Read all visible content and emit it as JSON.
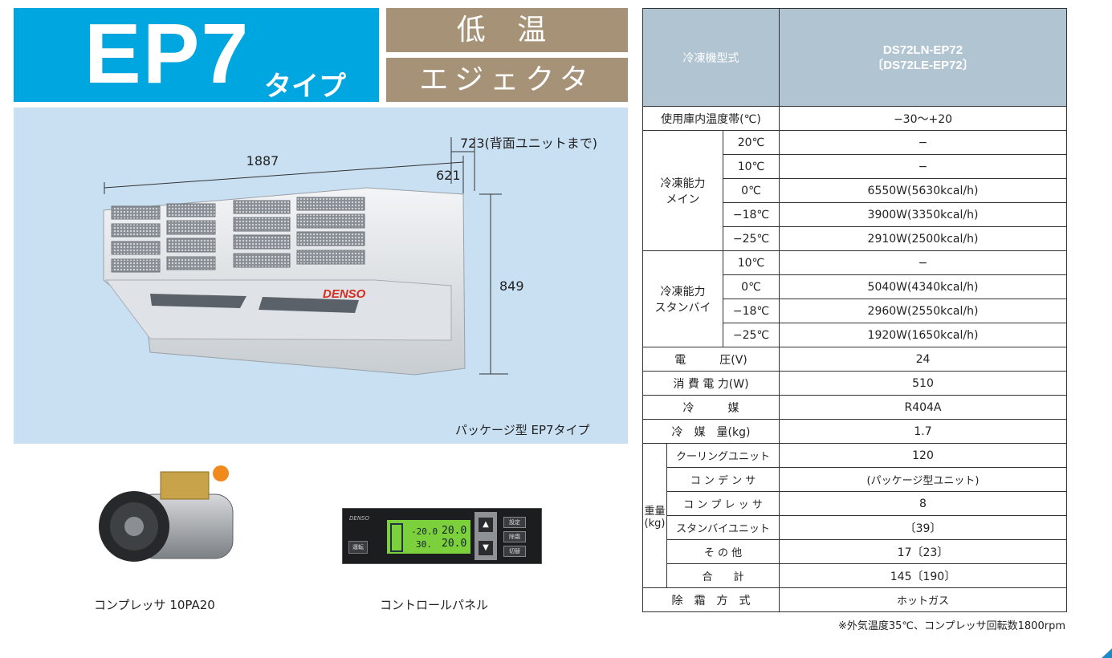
{
  "header": {
    "model": "EP7",
    "type_suffix": "タイプ",
    "tag1": "低 温",
    "tag2": "エジェクタ"
  },
  "product": {
    "dims": {
      "width": "1887",
      "height": "849",
      "depth": "621",
      "depth_back": "723(背面ユニットまで)"
    },
    "brand": "DENSO",
    "caption": "パッケージ型 EP7タイプ"
  },
  "accessories": {
    "compressor_caption": "コンプレッサ 10PA20",
    "panel_caption": "コントロールパネル",
    "panel": {
      "brand": "DENSO",
      "btn_run": "運転",
      "btn_set": "設定",
      "btn_defrost": "除霜",
      "btn_switch": "切替",
      "lcd_top_left": "-20.0",
      "lcd_top_right": "20.0",
      "lcd_bot_left": "30.",
      "lcd_bot_right": "20.0"
    }
  },
  "table": {
    "header_label": "冷凍機型式",
    "model_line1": "DS72LN-EP72",
    "model_line2": "〔DS72LE-EP72〕",
    "temp_range_label": "使用庫内温度帯(℃)",
    "temp_range_value": "−30〜+20",
    "main_label_1": "冷凍能力",
    "main_label_2": "メイン",
    "main_rows": [
      {
        "t": "20℃",
        "v": "−"
      },
      {
        "t": "10℃",
        "v": "−"
      },
      {
        "t": "0℃",
        "v": "6550W(5630kcal/h)"
      },
      {
        "t": "−18℃",
        "v": "3900W(3350kcal/h)"
      },
      {
        "t": "−25℃",
        "v": "2910W(2500kcal/h)"
      }
    ],
    "standby_label_1": "冷凍能力",
    "standby_label_2": "スタンバイ",
    "standby_rows": [
      {
        "t": "10℃",
        "v": "−"
      },
      {
        "t": "0℃",
        "v": "5040W(4340kcal/h)"
      },
      {
        "t": "−18℃",
        "v": "2960W(2550kcal/h)"
      },
      {
        "t": "−25℃",
        "v": "1920W(1650kcal/h)"
      }
    ],
    "voltage_label": "電　　　圧(V)",
    "voltage_value": "24",
    "power_label": "消 費 電 力(W)",
    "power_value": "510",
    "refrigerant_label": "冷　　　媒",
    "refrigerant_value": "R404A",
    "refrigerant_amount_label": "冷　媒　量(kg)",
    "refrigerant_amount_value": "1.7",
    "weight_label_1": "重量",
    "weight_label_2": "(kg)",
    "weight_rows": [
      {
        "k": "クーリングユニット",
        "v": "120"
      },
      {
        "k": "コ ン デ ン サ",
        "v": "(パッケージ型ユニット)"
      },
      {
        "k": "コ ン プ レ ッ サ",
        "v": "8"
      },
      {
        "k": "スタンバイユニット",
        "v": "〔39〕"
      },
      {
        "k": "そ の 他",
        "v": "17〔23〕"
      },
      {
        "k": "合　　計",
        "v": "145〔190〕"
      }
    ],
    "defrost_label": "除　霜　方　式",
    "defrost_value": "ホットガス"
  },
  "note": "※外気温度35℃、コンプレッサ回転数1800rpm"
}
